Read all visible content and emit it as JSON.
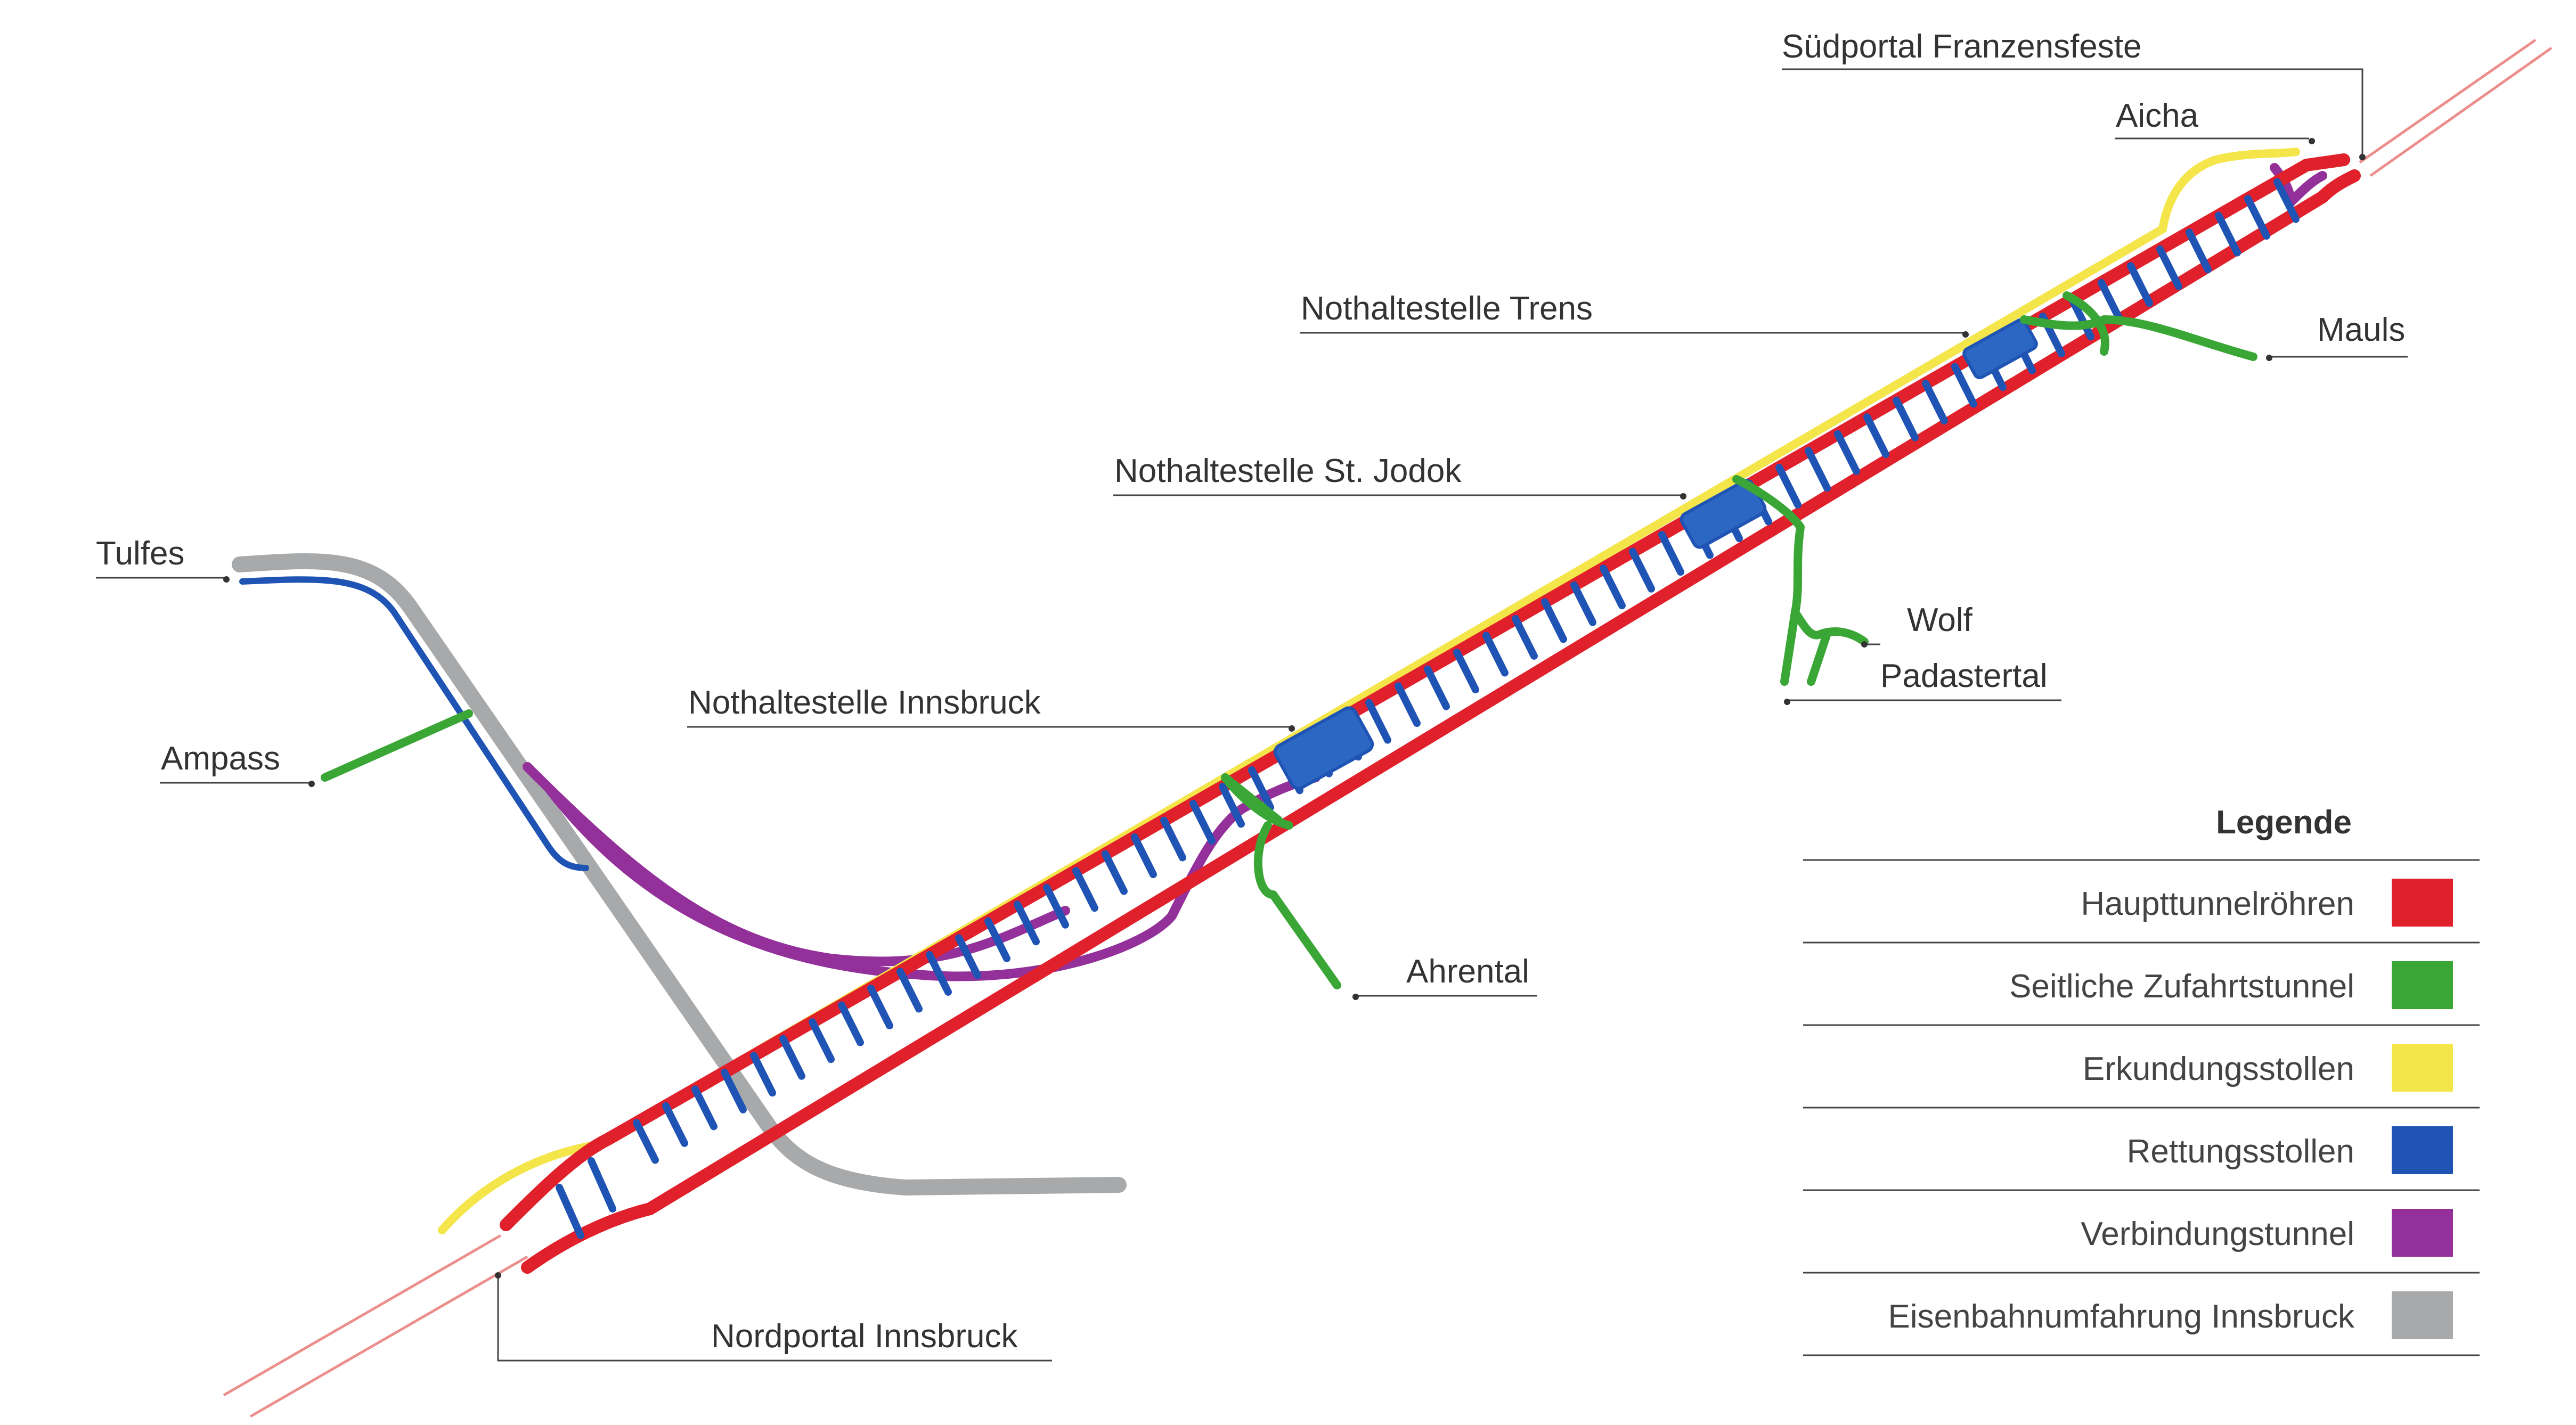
{
  "colors": {
    "main": "#e0202a",
    "access": "#3aa635",
    "exploration": "#f3e54a",
    "rescue": "#1f54b4",
    "connection": "#93309a",
    "bypass": "#a7a9ab"
  },
  "labels": {
    "suedportal": "Südportal Franzensfeste",
    "aicha": "Aicha",
    "trens": "Nothaltestelle Trens",
    "mauls": "Mauls",
    "jodok": "Nothaltestelle St. Jodok",
    "wolf": "Wolf",
    "padastertal": "Padastertal",
    "innsbruck_stop": "Nothaltestelle Innsbruck",
    "tulfes": "Tulfes",
    "ampass": "Ampass",
    "ahrental": "Ahrental",
    "nordportal": "Nordportal Innsbruck"
  },
  "legend": {
    "title": "Legende",
    "items": [
      {
        "label": "Haupttunnelröhren",
        "color": "#e0202a"
      },
      {
        "label": "Seitliche Zufahrtstunnel",
        "color": "#3aa635"
      },
      {
        "label": "Erkundungsstollen",
        "color": "#f3e54a"
      },
      {
        "label": "Rettungsstollen",
        "color": "#1f54b4"
      },
      {
        "label": "Verbindungstunnel",
        "color": "#93309a"
      },
      {
        "label": "Eisenbahnumfahrung Innsbruck",
        "color": "#a7a9ab"
      }
    ]
  }
}
